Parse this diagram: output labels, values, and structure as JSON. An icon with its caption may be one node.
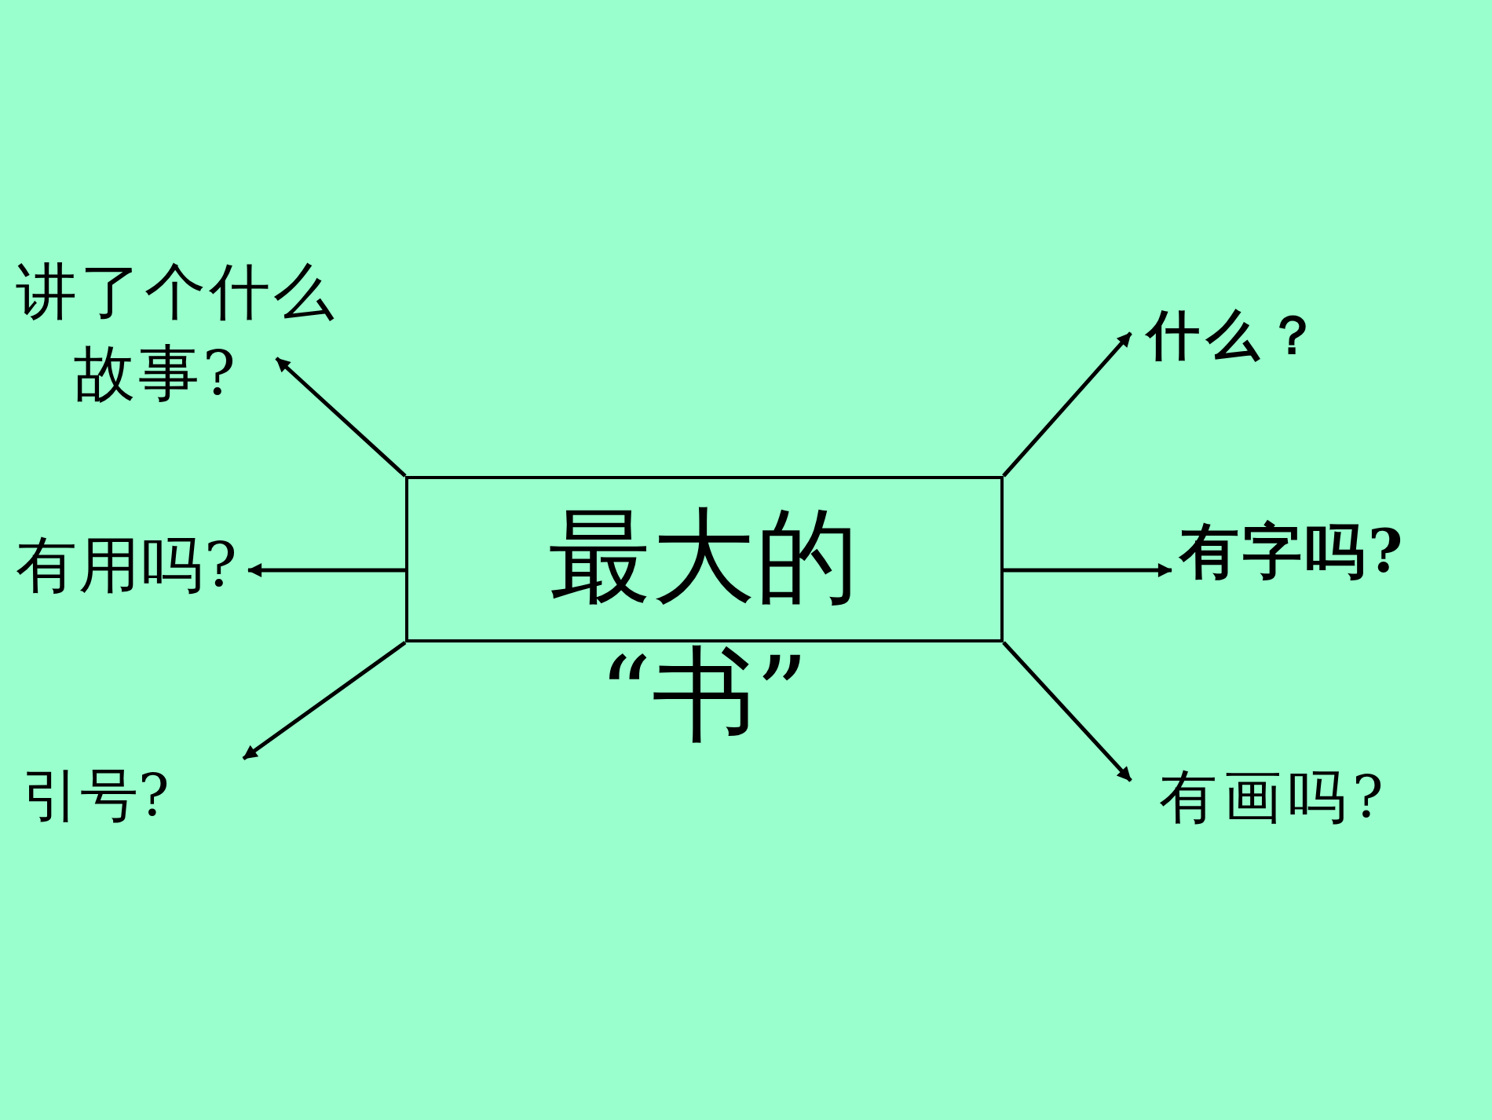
{
  "diagram": {
    "nodes": [
      {
        "text": [
          "最大的“书”"
        ]
      },
      {
        "text": [
          "讲了个什么故事?"
        ]
      },
      {
        "text": [
          "有用吗?"
        ]
      },
      {
        "text": [
          "引号?"
        ]
      },
      {
        "text": [
          "什么？"
        ]
      },
      {
        "text": [
          "有字吗?"
        ]
      },
      {
        "text": [
          "有画吗?"
        ]
      }
    ],
    "edges": [
      {
        "from": 0,
        "to": 1,
        "arrow": "to"
      },
      {
        "from": 0,
        "to": 2,
        "arrow": "to"
      },
      {
        "from": 0,
        "to": 3,
        "arrow": "to"
      },
      {
        "from": 0,
        "to": 4,
        "arrow": "to"
      },
      {
        "from": 0,
        "to": 5,
        "arrow": "to"
      },
      {
        "from": 0,
        "to": 6,
        "arrow": "to"
      }
    ]
  }
}
